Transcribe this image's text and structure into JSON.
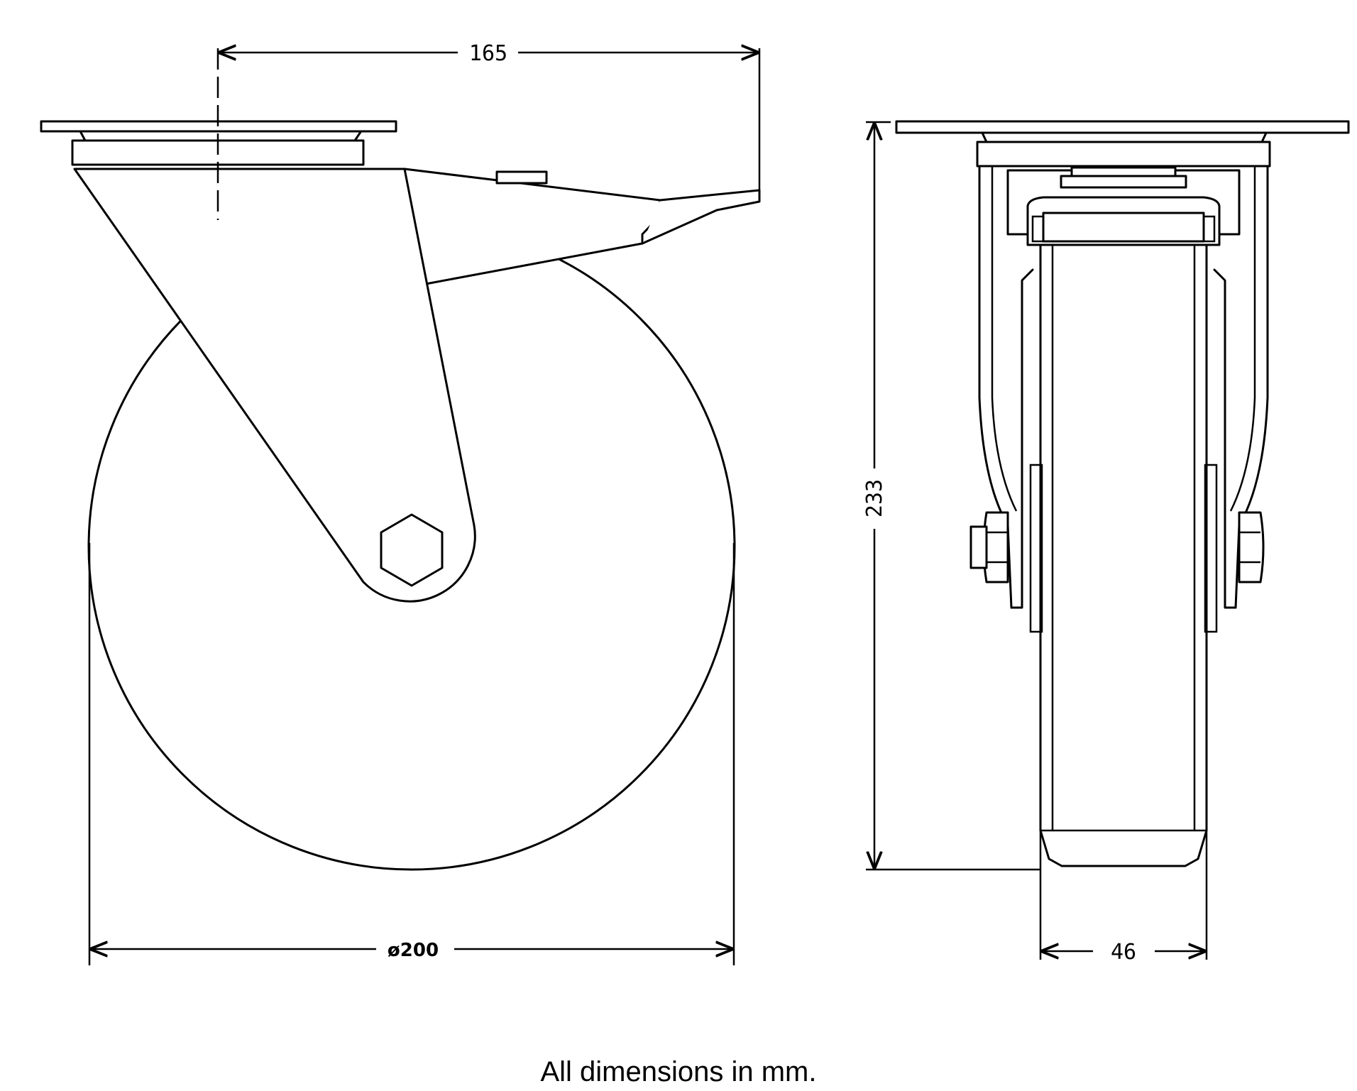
{
  "dimensions": {
    "offset_width": "165",
    "wheel_diameter": "ø200",
    "overall_height": "233",
    "wheel_width": "46"
  },
  "footer": {
    "note": "All dimensions in mm."
  }
}
